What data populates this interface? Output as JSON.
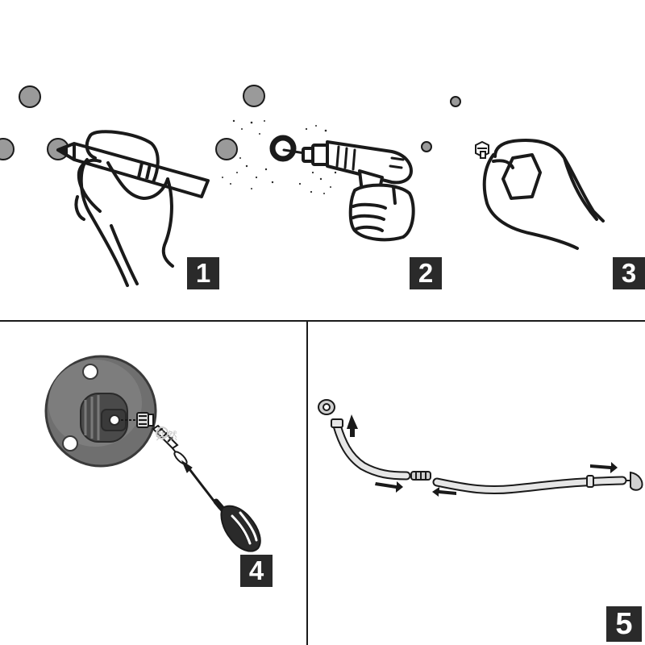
{
  "steps": [
    {
      "number": "1"
    },
    {
      "number": "2"
    },
    {
      "number": "3"
    },
    {
      "number": "4"
    },
    {
      "number": "5"
    }
  ],
  "watermark": {
    "text": "井然"
  },
  "colors": {
    "ink": "#1a1a1a",
    "badge": "#2a2a2a",
    "hole": "#9a9a9a",
    "base": "#6f6f6f",
    "rod": "#e6e6e6",
    "background": "#ffffff"
  }
}
